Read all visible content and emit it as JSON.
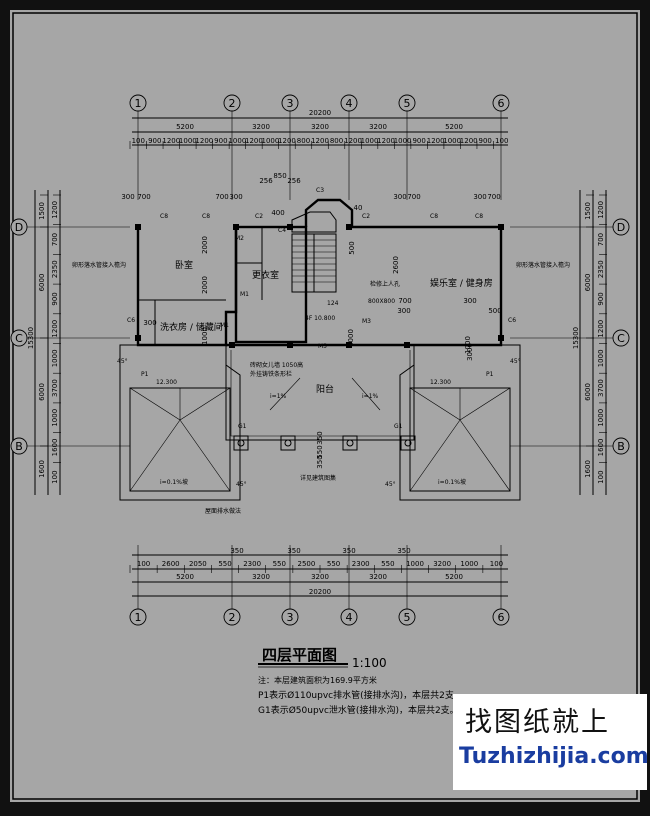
{
  "axes": {
    "x_labels": [
      "1",
      "2",
      "3",
      "4",
      "5",
      "6"
    ],
    "y_labels": [
      "D",
      "C",
      "B"
    ]
  },
  "dims": {
    "top_total": "20200",
    "top_mid": [
      "5200",
      "3200",
      "3200",
      "3200",
      "5200"
    ],
    "top_fine": [
      "100",
      "900",
      "1200",
      "1000",
      "1200",
      "900",
      "1000",
      "1200",
      "1000",
      "1200",
      "800",
      "1200",
      "800",
      "1200",
      "1000",
      "1200",
      "1000",
      "900",
      "1200",
      "1000",
      "1200",
      "900",
      "100"
    ],
    "bot_total": "20200",
    "bot_mid": [
      "5200",
      "3200",
      "3200",
      "3200",
      "5200"
    ],
    "bot_fine": [
      "100",
      "2600",
      "2050",
      "550",
      "2300",
      "550",
      "2500",
      "550",
      "2300",
      "550",
      "1000",
      "3200",
      "1000",
      "100"
    ],
    "bot_350": [
      "350",
      "350",
      "350",
      "350"
    ],
    "left_outer": [
      "1500",
      "6000",
      "6000",
      "1600"
    ],
    "left_inner": [
      "1200",
      "700",
      "2350",
      "900",
      "1200",
      "1000",
      "3700",
      "1000",
      "1600",
      "100"
    ],
    "left_total": "15300",
    "right_outer": [
      "1500",
      "6000",
      "6000",
      "1600"
    ],
    "right_inner": [
      "1200",
      "700",
      "2350",
      "900",
      "1200",
      "1000",
      "3700",
      "1000",
      "1600",
      "100"
    ],
    "right_total": "15300",
    "misc_top": [
      "300",
      "700",
      "700",
      "300",
      "256",
      "850",
      "256",
      "400",
      "300",
      "700",
      "300",
      "700",
      "40",
      "300"
    ],
    "misc": [
      "2000",
      "2000",
      "1000",
      "1000",
      "2600",
      "3000",
      "1000",
      "350",
      "550",
      "350",
      "500",
      "500",
      "300",
      "300",
      "700"
    ]
  },
  "rooms": {
    "bedroom": "卧室",
    "laundry": "洗衣房 / 储藏间",
    "change": "更衣室",
    "recreation": "娱乐室 / 健身房",
    "balcony": "阳台"
  },
  "labels": {
    "c8": "C8",
    "c2": "C2",
    "c3": "C3",
    "c4": "C4",
    "c6": "C6",
    "m1": "M1",
    "m2": "M2",
    "m3": "M3",
    "m5": "M5",
    "p1": "P1",
    "g1": "G1",
    "step": "124",
    "floor_level": "4F 10.800",
    "vent": "检修上人孔",
    "vent_size": "800X800",
    "rail": "砖砌女儿墙 1050高",
    "rail2": "外挂铸铁条形栏",
    "roof_elev_l": "12.300",
    "roof_elev_r": "12.300",
    "slope": "i=1%",
    "slope_roof_l": "i=0.1%坡",
    "slope_roof_r": "i=0.1%坡",
    "angle": "45°",
    "gutter_l": "卵形落水管接入檐沟",
    "gutter_r": "卵形落水管接入檐沟",
    "detail_ref": "详见建筑图集",
    "detail_ref2": "屋面排水做法"
  },
  "title": {
    "main": "四层平面图",
    "scale": "1:100"
  },
  "notes": [
    "注：本层建筑面积为169.9平方米",
    "P1表示Ø110upvc排水管(接排水沟)，本层共2支。",
    "G1表示Ø50upvc泄水管(接排水沟)，本层共2支。"
  ],
  "watermark": {
    "cn": "找图纸就上",
    "en": "Tuzhizhijia.com"
  },
  "colors": {
    "background": "#a6a6a6",
    "frame": "#111111",
    "ink": "#000000",
    "watermark_en": "#1a3da0"
  }
}
